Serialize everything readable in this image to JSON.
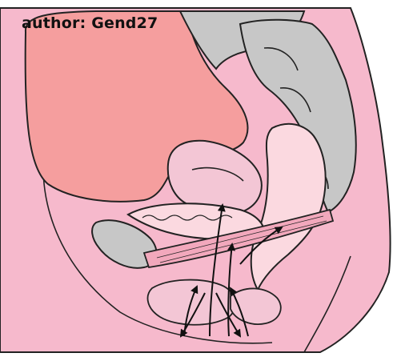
{
  "credit": {
    "text": "author: Gend27"
  },
  "colors": {
    "soft_tissue": "#f6b9cc",
    "bladder": "#f59e9e",
    "organ_light": "#f3c6d5",
    "organ_pale": "#fbd9e0",
    "bone_gray": "#c7c7c7",
    "outline": "#222222",
    "arrow": "#111111",
    "background": "#ffffff"
  },
  "diagram": {
    "structures": [
      {
        "name": "abdominal-wall",
        "icon": "tissue-region"
      },
      {
        "name": "bladder",
        "icon": "organ-region"
      },
      {
        "name": "uterus",
        "icon": "organ-region"
      },
      {
        "name": "rectum",
        "icon": "organ-region"
      },
      {
        "name": "sacrum-coccyx",
        "icon": "bone-region"
      },
      {
        "name": "pubic-bone",
        "icon": "bone-region"
      },
      {
        "name": "pelvic-floor-muscle",
        "icon": "muscle-band"
      }
    ],
    "arrow_count": 7
  }
}
